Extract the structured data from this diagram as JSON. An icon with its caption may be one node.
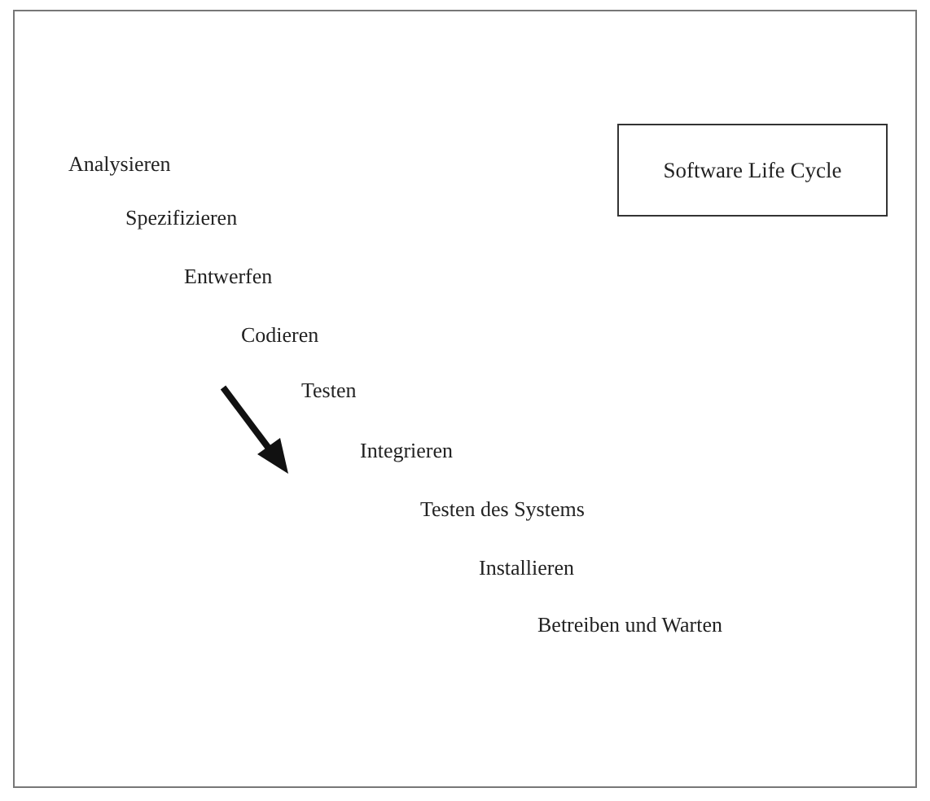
{
  "diagram": {
    "nodes": [
      {
        "text": [
          "Software Life Cycle"
        ]
      }
    ],
    "labels": [
      "Analysieren",
      "Spezifizieren",
      "Entwerfen",
      "Codieren",
      "Testen",
      "Integrieren",
      "Testen des Systems",
      "Installieren",
      "Betreiben und Warten"
    ]
  }
}
